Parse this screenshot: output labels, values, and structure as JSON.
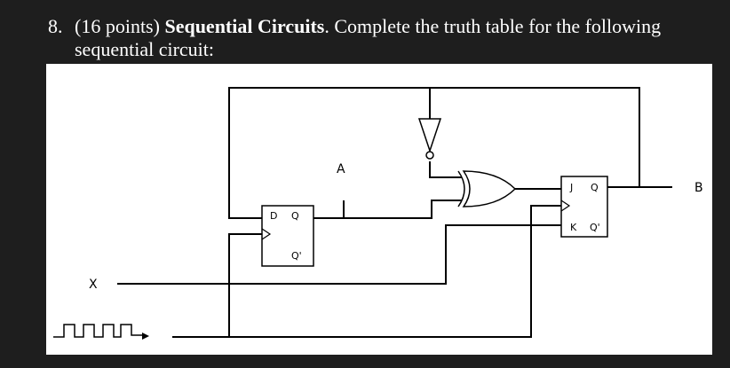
{
  "question": {
    "number": "8.",
    "points": "(16 points)",
    "title": "Sequential Circuits",
    "body": ". Complete the truth table for the following sequential circuit:"
  },
  "circuit": {
    "labels": {
      "node_a": "A",
      "output_b": "B",
      "input_x": "X"
    },
    "dff_pins": {
      "d": "D",
      "q": "Q",
      "qn": "Q'"
    },
    "jkff_pins": {
      "j": "J",
      "q": "Q",
      "k": "K",
      "qn": "Q'"
    },
    "components": [
      "d-flip-flop",
      "jk-flip-flop",
      "xor-gate",
      "not-gate",
      "clock-source"
    ]
  }
}
